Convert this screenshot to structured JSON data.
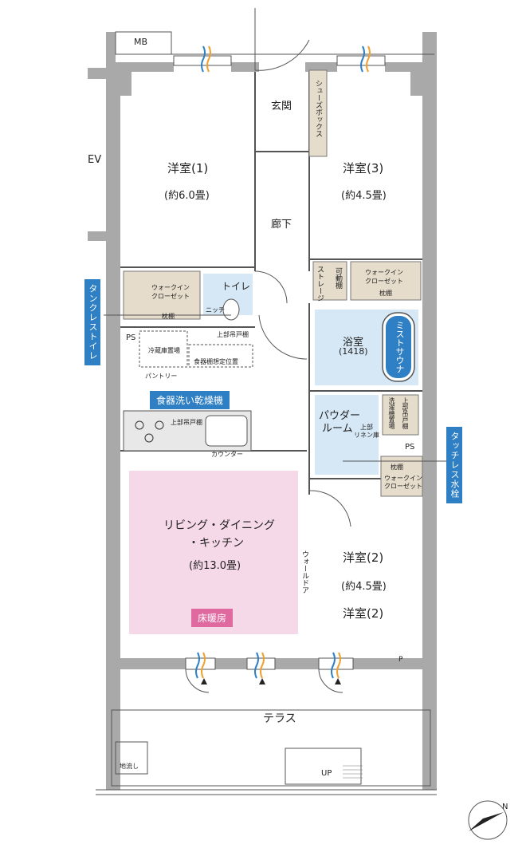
{
  "rooms": {
    "western1": {
      "name": "洋室(1)",
      "size": "(約6.0畳)"
    },
    "western3": {
      "name": "洋室(3)",
      "size": "(約4.5畳)"
    },
    "western2": {
      "name": "洋室(2)",
      "size": "(約4.5畳)",
      "name_repeat": "洋室(2)"
    },
    "entrance": "玄関",
    "hallway": "廊下",
    "ldk": {
      "name_line1": "リビング・ダイニング",
      "name_line2": "・キッチン",
      "size": "(約13.0畳)"
    },
    "bath": {
      "name": "浴室",
      "size": "(1418)"
    },
    "powder": {
      "line1": "パウダー",
      "line2": "ルーム"
    },
    "toilet": "トイレ",
    "terrace": "テラス"
  },
  "labels": {
    "mb": "MB",
    "ev": "EV",
    "ps_left": "PS",
    "ps_right": "PS",
    "pantry": "パントリー",
    "shoebox": "シューズボックス",
    "wic_left_1": "ウォークイン",
    "wic_left_2": "クローゼット",
    "wic_left_shelf": "枕棚",
    "wic_top_1": "ウォークイン",
    "wic_top_2": "クローゼット",
    "wic_top_shelf": "枕棚",
    "wic_bottom_shelf": "枕棚",
    "wic_bottom_1": "ウォークイン",
    "wic_bottom_2": "クローゼット",
    "storage": "ストレージ",
    "movable_shelf": "可動棚",
    "niche": "ニッチ",
    "upper_cabinet_toilet": "上部吊戸棚",
    "fridge": "冷蔵庫置場",
    "dish_shelf": "食器棚想定位置",
    "upper_cabinet_kitchen": "上部吊戸棚",
    "counter": "カウンター",
    "upper_linen": "上部",
    "linen_storage": "リネン庫",
    "washer_1": "洗濯機置場",
    "upper_cabinet_powder": "上部吊戸棚",
    "wall_door": "ウォールドア",
    "floor_drain": "地流し",
    "up": "UP",
    "p_mark": "P"
  },
  "tags": {
    "tankless_toilet": "タンクレストイレ",
    "touchless_faucet": "タッチレス水栓",
    "dishwasher": "食器洗い乾燥機",
    "mist_sauna": "ミストサウナ",
    "floor_heating": "床暖房"
  },
  "colors": {
    "wall": "#a9a9a9",
    "ldk_fill": "#f6d9e8",
    "bath_fill": "#d6e8f6",
    "toilet_fill": "#d6e8f6",
    "storage_fill": "#e6dccb",
    "blue_tag": "#2e7fc4",
    "pink_tag": "#e06aa0"
  },
  "icons": [
    "compass-icon",
    "air-vent-icon",
    "stove-icon",
    "sink-icon",
    "toilet-icon",
    "bathtub-icon"
  ]
}
